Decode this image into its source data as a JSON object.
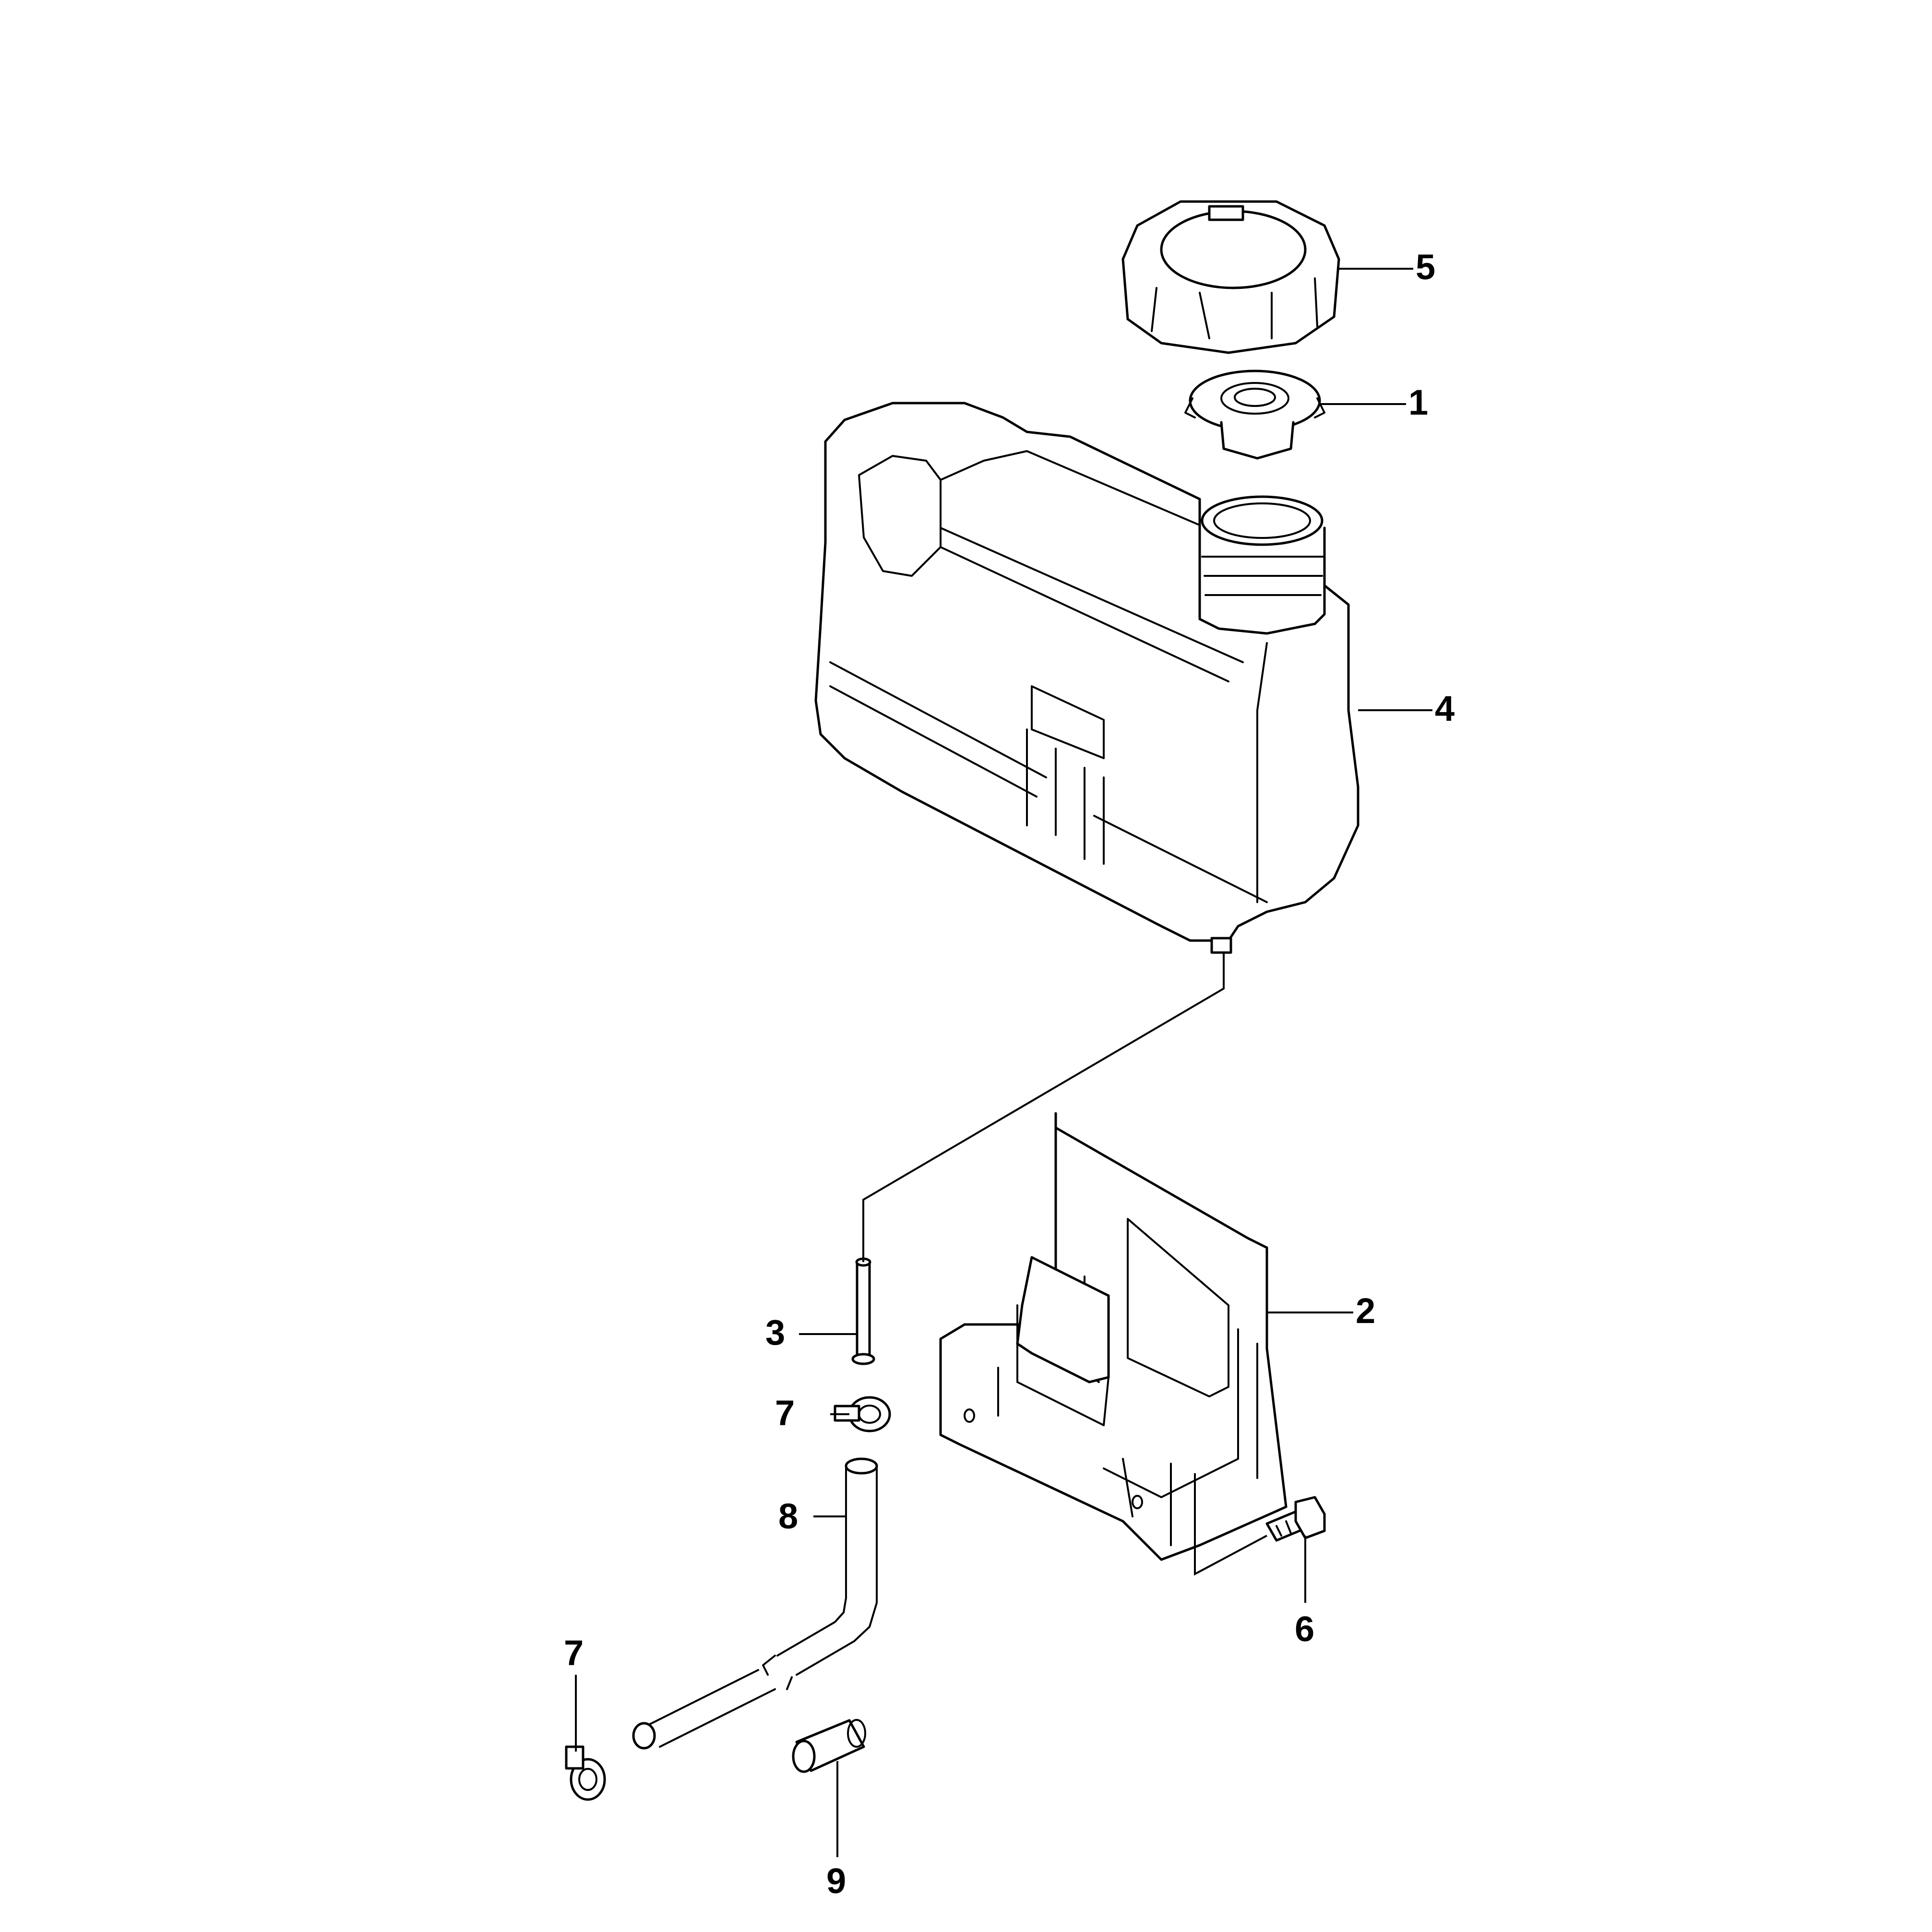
{
  "callouts": {
    "c1": "1",
    "c2": "2",
    "c3": "3",
    "c4": "4",
    "c5": "5",
    "c6": "6",
    "c7a": "7",
    "c7b": "7",
    "c8": "8",
    "c9": "9"
  },
  "colors": {
    "ink": "#000000",
    "paper": "#ffffff"
  }
}
